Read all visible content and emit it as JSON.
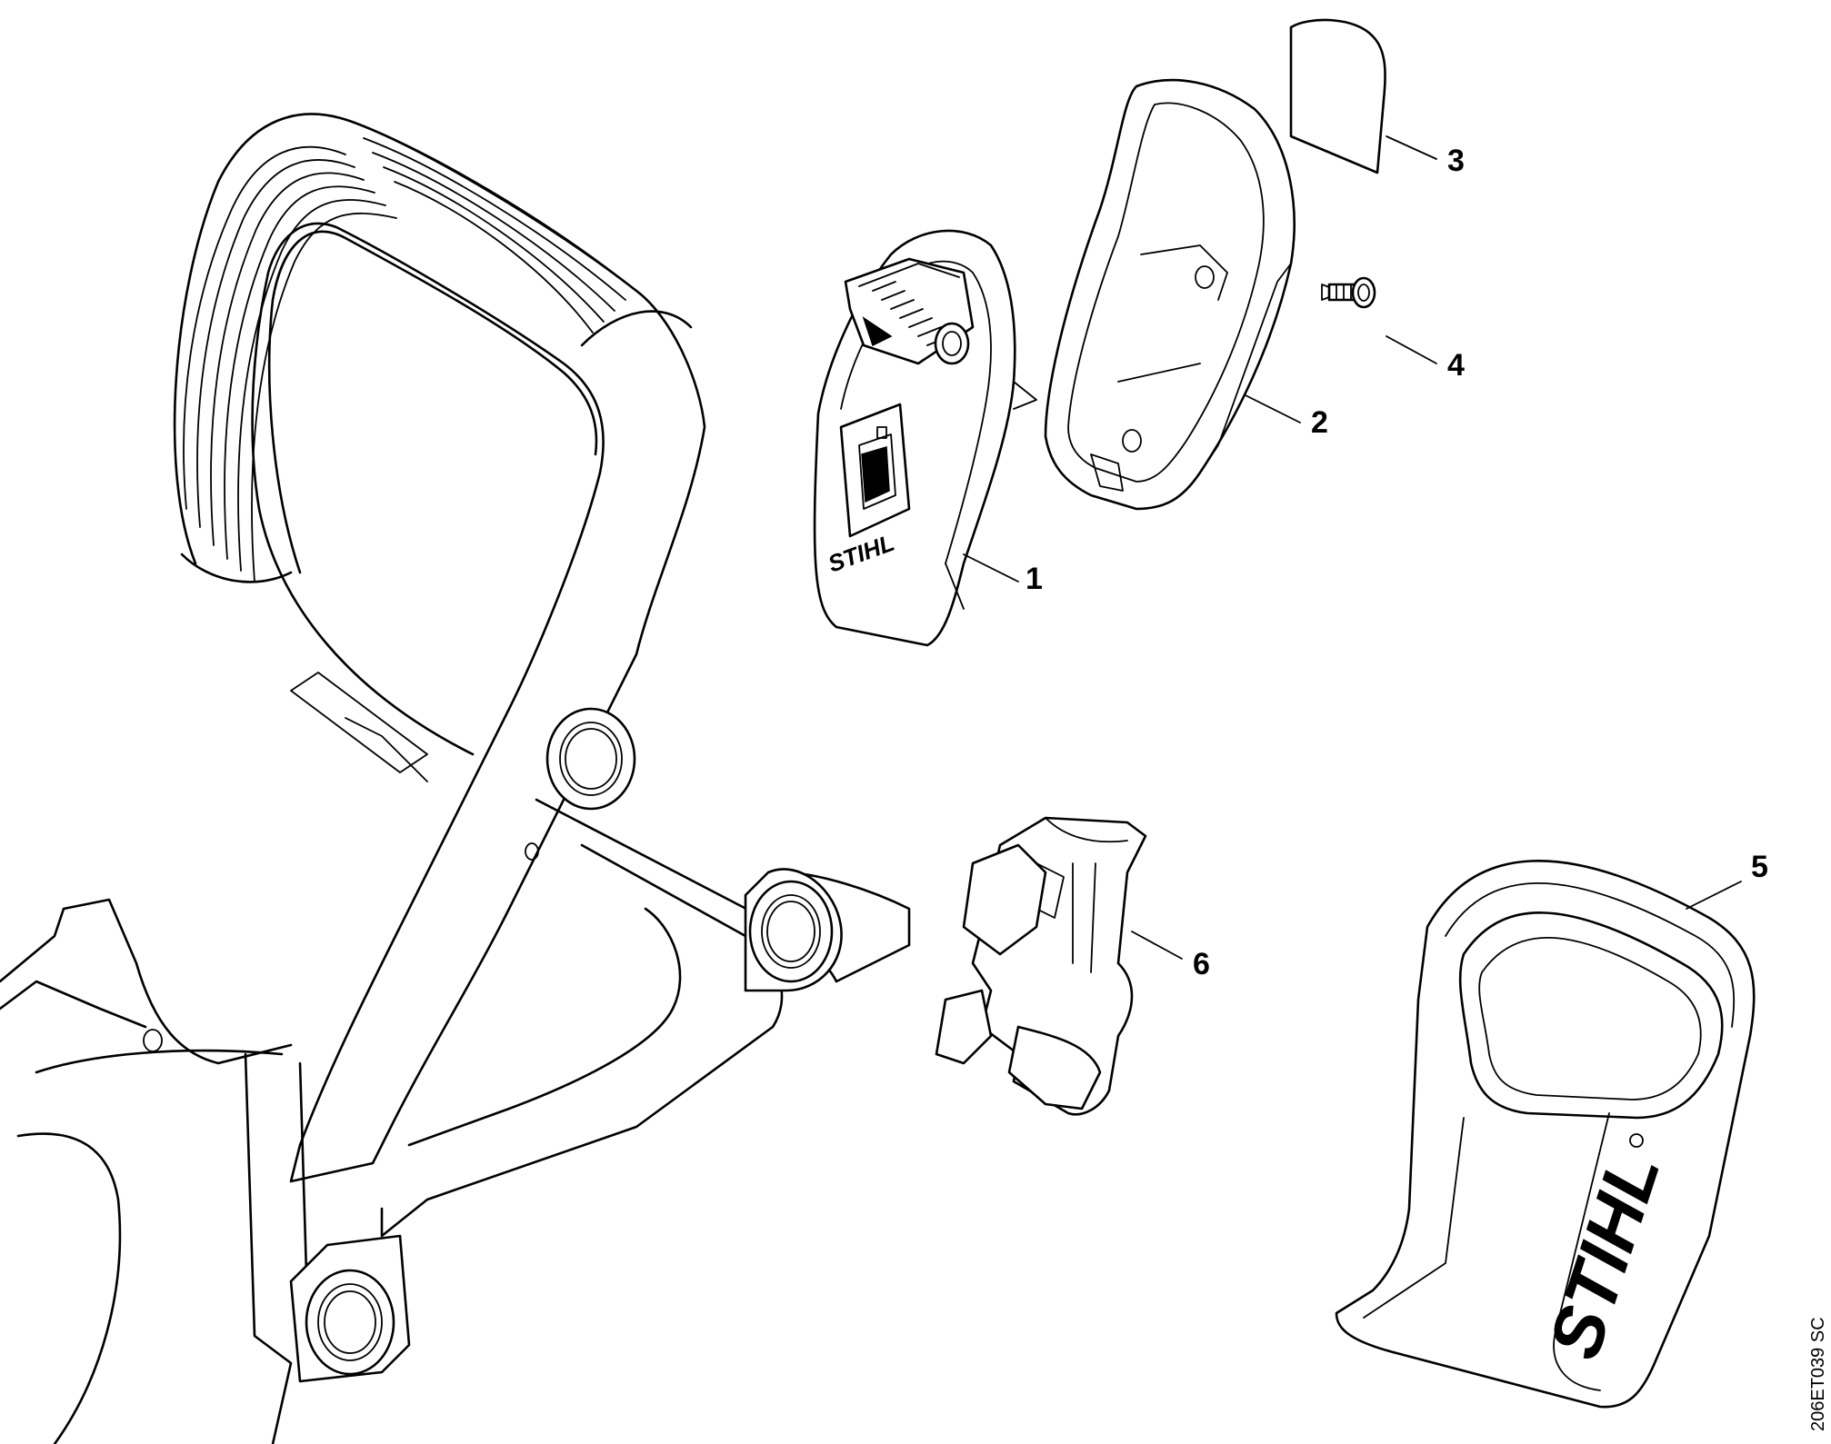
{
  "drawing_code": "206ET039 SC",
  "brand_text": "STIHL",
  "callouts": [
    {
      "number": "1",
      "part": "switch housing with stop switch"
    },
    {
      "number": "2",
      "part": "cover"
    },
    {
      "number": "3",
      "part": "label"
    },
    {
      "number": "4",
      "part": "screw"
    },
    {
      "number": "5",
      "part": "bag"
    },
    {
      "number": "6",
      "part": "holder"
    }
  ]
}
